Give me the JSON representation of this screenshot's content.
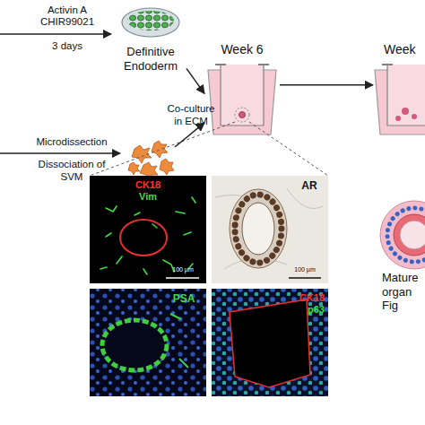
{
  "diagram": {
    "nodes": [
      {
        "text": [
          "Definitive Endoderm"
        ]
      },
      {
        "text": [
          "SVM"
        ]
      },
      {
        "text": [
          "Week 6"
        ]
      },
      {
        "text": [
          "Week"
        ]
      },
      {
        "text": [
          "CK18",
          "Vim",
          "100 µm"
        ]
      },
      {
        "text": [
          "AR",
          "100 µm"
        ]
      },
      {
        "text": [
          "PSA"
        ]
      },
      {
        "text": [
          "CK18",
          "p63"
        ]
      },
      {
        "text": [
          "Mature organ Fig"
        ]
      }
    ],
    "edges": [
      {
        "from": 0,
        "to": 2,
        "arrow": "to"
      },
      {
        "from": 1,
        "to": 2,
        "arrow": "to"
      },
      {
        "from": 2,
        "to": 3,
        "arrow": "to"
      }
    ],
    "labels": [
      "Activin A",
      "CHIR99021",
      "3 days",
      "Microdissection",
      "Dissociation of SVM",
      "Co-culture in ECM"
    ]
  }
}
